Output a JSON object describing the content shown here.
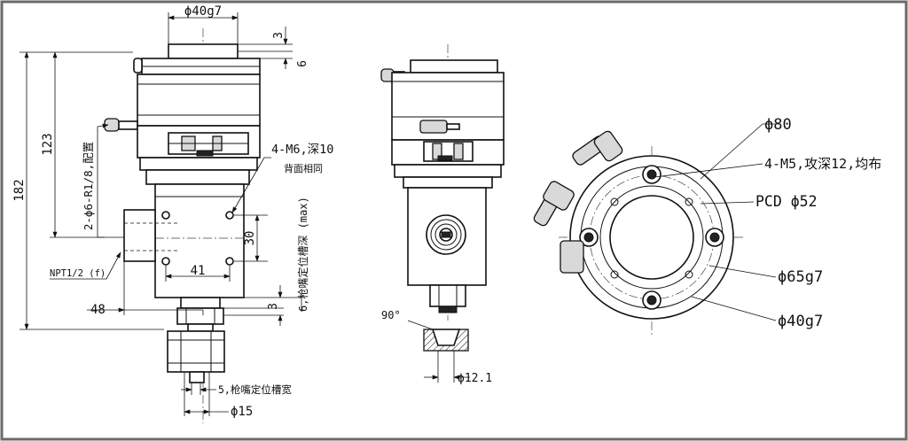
{
  "drawing": {
    "side_view": {
      "dim_top_diameter": "ϕ40g7",
      "dim_top_gap": "3",
      "dim_top_step": "6",
      "dim_overall_height": "182",
      "dim_body_height": "123",
      "note_air_ports": "2-ϕ6-R1/8,配置",
      "note_tapped_holes": "4-M6,深10",
      "note_tapped_holes_back": "背面相同",
      "dim_hole_pitch_v": "30",
      "dim_hole_pitch_h": "41",
      "note_npt_port": "NPT1/2 (f)",
      "dim_port_offset": "48",
      "note_nozzle_locating": "6,枪嘴定位槽深 (max)",
      "dim_nozzle_gap": "3",
      "note_slot_width": "5,枪嘴定位槽宽",
      "dim_nozzle_diameter": "ϕ15"
    },
    "front_view": {
      "dim_angle": "90°",
      "dim_cup_diameter": "ϕ12.1"
    },
    "end_view": {
      "dim_outer_diameter": "ϕ80",
      "note_mount_holes": "4-M5,攻深12,均布",
      "dim_pcd": "PCD ϕ52",
      "dim_mid_diameter": "ϕ65g7",
      "dim_inner_diameter": "ϕ40g7"
    }
  }
}
